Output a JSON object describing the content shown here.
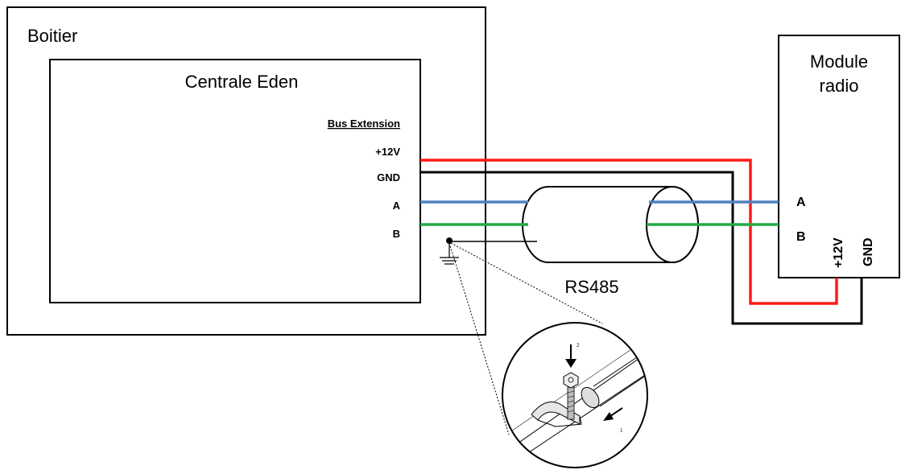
{
  "enclosure": {
    "label": "Boitier"
  },
  "central": {
    "title": "Centrale Eden",
    "bus_header": "Bus Extension",
    "pins": [
      "+12V",
      "GND",
      "A",
      "B"
    ]
  },
  "cable": {
    "label": "RS485"
  },
  "radio_module": {
    "title_line1": "Module",
    "title_line2": "radio",
    "pin_a": "A",
    "pin_b": "B",
    "pin_12v": "+12V",
    "pin_gnd": "GND"
  },
  "detail": {
    "step1": "1",
    "step2": "2"
  },
  "wire_colors": {
    "power": "#ff1a1a",
    "ground": "#000000",
    "a": "#4f81bd",
    "b": "#22aa44"
  }
}
